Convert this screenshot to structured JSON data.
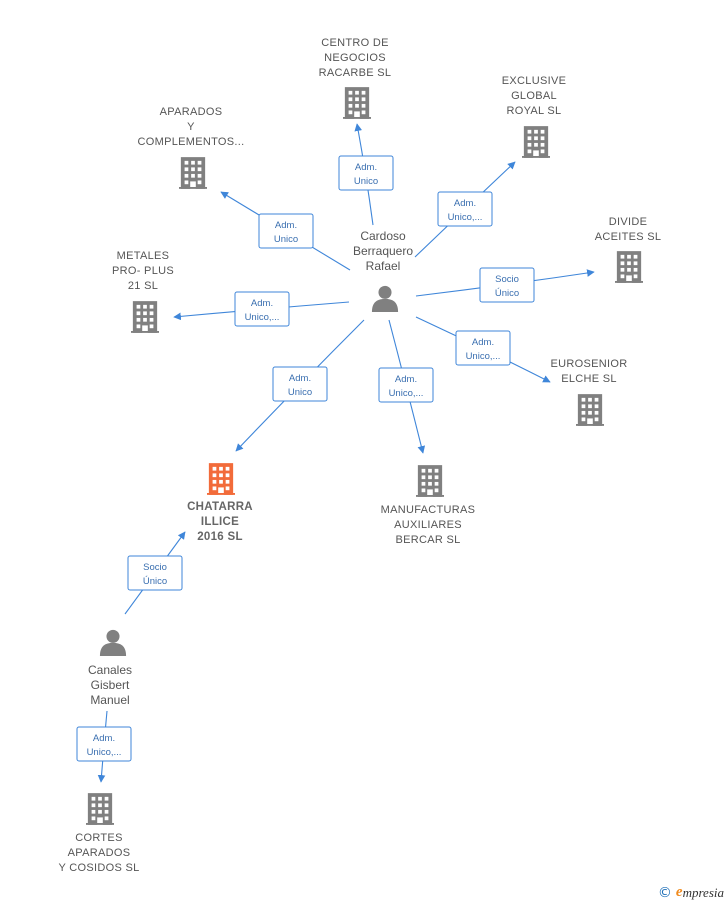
{
  "colors": {
    "edge": "#3f86d9",
    "building": "#808080",
    "focus_building": "#f26b3a",
    "person": "#808080"
  },
  "nodes": [
    {
      "id": "centro",
      "kind": "company",
      "lines": [
        "CENTRO DE",
        "NEGOCIOS",
        "RACARBE SL"
      ]
    },
    {
      "id": "exclusive",
      "kind": "company",
      "lines": [
        "EXCLUSIVE",
        "GLOBAL",
        "ROYAL  SL"
      ]
    },
    {
      "id": "aparados",
      "kind": "company",
      "lines": [
        "APARADOS",
        "Y",
        "COMPLEMENTOS..."
      ]
    },
    {
      "id": "divide",
      "kind": "company",
      "lines": [
        "DIVIDE",
        "ACEITES  SL"
      ]
    },
    {
      "id": "metales",
      "kind": "company",
      "lines": [
        "METALES",
        "PRO- PLUS",
        "21  SL"
      ]
    },
    {
      "id": "eurosenior",
      "kind": "company",
      "lines": [
        "EUROSENIOR",
        "ELCHE  SL"
      ]
    },
    {
      "id": "chatarra",
      "kind": "company",
      "focus": true,
      "lines": [
        "CHATARRA",
        "ILLICE",
        "2016  SL"
      ]
    },
    {
      "id": "manufacturas",
      "kind": "company",
      "lines": [
        "MANUFACTURAS",
        "AUXILIARES",
        "BERCAR  SL"
      ]
    },
    {
      "id": "cortes",
      "kind": "company",
      "lines": [
        "CORTES",
        "APARADOS",
        "Y COSIDOS  SL"
      ]
    },
    {
      "id": "cardoso",
      "kind": "person",
      "lines": [
        "Cardoso",
        "Berraquero",
        "Rafael"
      ]
    },
    {
      "id": "canales",
      "kind": "person",
      "lines": [
        "Canales",
        "Gisbert",
        "Manuel"
      ]
    }
  ],
  "edges": [
    {
      "from": "cardoso",
      "to": "centro",
      "label": [
        "Adm.",
        "Unico"
      ]
    },
    {
      "from": "cardoso",
      "to": "exclusive",
      "label": [
        "Adm.",
        "Unico,..."
      ]
    },
    {
      "from": "cardoso",
      "to": "aparados",
      "label": [
        "Adm.",
        "Unico"
      ]
    },
    {
      "from": "cardoso",
      "to": "divide",
      "label": [
        "Socio",
        "Único"
      ]
    },
    {
      "from": "cardoso",
      "to": "metales",
      "label": [
        "Adm.",
        "Unico,..."
      ]
    },
    {
      "from": "cardoso",
      "to": "eurosenior",
      "label": [
        "Adm.",
        "Unico,..."
      ]
    },
    {
      "from": "cardoso",
      "to": "chatarra",
      "label": [
        "Adm.",
        "Unico"
      ]
    },
    {
      "from": "cardoso",
      "to": "manufacturas",
      "label": [
        "Adm.",
        "Unico,..."
      ]
    },
    {
      "from": "canales",
      "to": "chatarra",
      "label": [
        "Socio",
        "Único"
      ]
    },
    {
      "from": "canales",
      "to": "cortes",
      "label": [
        "Adm.",
        "Unico,..."
      ]
    }
  ],
  "footer": {
    "copyright": "©",
    "brand_initial": "e",
    "brand_rest": "mpresia"
  }
}
